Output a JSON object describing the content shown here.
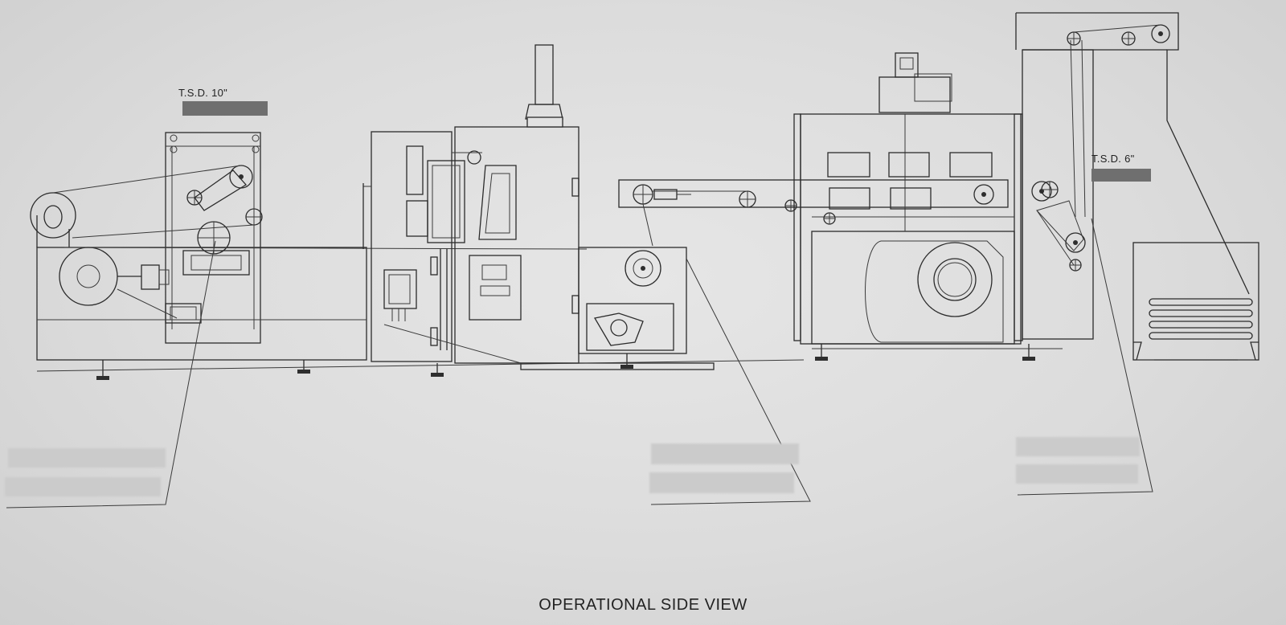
{
  "diagram": {
    "title": "OPERATIONAL SIDE VIEW",
    "labels": {
      "left_unit": "T.S.D. 10\"",
      "right_unit": "T.S.D. 6\""
    }
  },
  "colors": {
    "paper": "#dedede",
    "ink": "#2b2b2b",
    "redaction_dark": "#6f6f6f",
    "redaction_light": "#cbcbcb"
  }
}
